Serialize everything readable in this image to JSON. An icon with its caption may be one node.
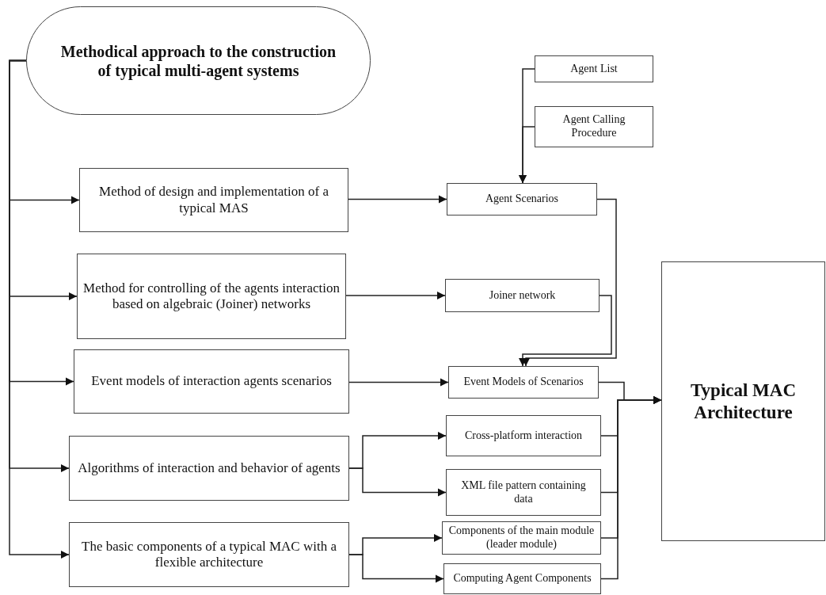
{
  "diagram": {
    "nodes": [
      {
        "text": [
          "Methodical approach to the construction of typical multi-agent systems"
        ]
      },
      {
        "text": [
          "Method of design and implementation  of a typical MAS"
        ]
      },
      {
        "text": [
          "Method for controlling of the agents interaction  based on algebraic (Joiner) networks"
        ]
      },
      {
        "text": [
          "Event models of  interaction agents scenarios"
        ]
      },
      {
        "text": [
          "Algorithms of interaction and behavior of agents"
        ]
      },
      {
        "text": [
          "The basic components of a typical MAC with a flexible architecture"
        ]
      },
      {
        "text": [
          "Agent List"
        ]
      },
      {
        "text": [
          "Agent Calling Procedure"
        ]
      },
      {
        "text": [
          "Agent Scenarios"
        ]
      },
      {
        "text": [
          "Joiner network"
        ]
      },
      {
        "text": [
          "Event  Models of Scenarios"
        ]
      },
      {
        "text": [
          "Cross-platform interaction"
        ]
      },
      {
        "text": [
          "XML file pattern containing data"
        ]
      },
      {
        "text": [
          "Components of the main module (leader module)"
        ]
      },
      {
        "text": [
          "Computing Agent Components"
        ]
      },
      {
        "text": [
          "Typical MAC Architecture"
        ]
      }
    ],
    "edges": [
      {
        "from": 0,
        "to": 1,
        "arrow": "to"
      },
      {
        "from": 0,
        "to": 2,
        "arrow": "to"
      },
      {
        "from": 0,
        "to": 3,
        "arrow": "to"
      },
      {
        "from": 0,
        "to": 4,
        "arrow": "to"
      },
      {
        "from": 0,
        "to": 5,
        "arrow": "to"
      },
      {
        "from": 1,
        "to": 8,
        "arrow": "to"
      },
      {
        "from": 2,
        "to": 9,
        "arrow": "to"
      },
      {
        "from": 3,
        "to": 10,
        "arrow": "to"
      },
      {
        "from": 4,
        "to": 11,
        "arrow": "to"
      },
      {
        "from": 4,
        "to": 12,
        "arrow": "to"
      },
      {
        "from": 5,
        "to": 13,
        "arrow": "to"
      },
      {
        "from": 5,
        "to": 14,
        "arrow": "to"
      },
      {
        "from": 6,
        "to": 8,
        "arrow": "to"
      },
      {
        "from": 7,
        "to": 8,
        "arrow": "to"
      },
      {
        "from": 8,
        "to": 10,
        "arrow": "to"
      },
      {
        "from": 9,
        "to": 10,
        "arrow": "to"
      },
      {
        "from": 10,
        "to": 15,
        "arrow": "to"
      },
      {
        "from": 11,
        "to": 15,
        "arrow": "to"
      },
      {
        "from": 12,
        "to": 15,
        "arrow": "to"
      },
      {
        "from": 13,
        "to": 15,
        "arrow": "to"
      },
      {
        "from": 14,
        "to": 15,
        "arrow": "to"
      }
    ]
  }
}
